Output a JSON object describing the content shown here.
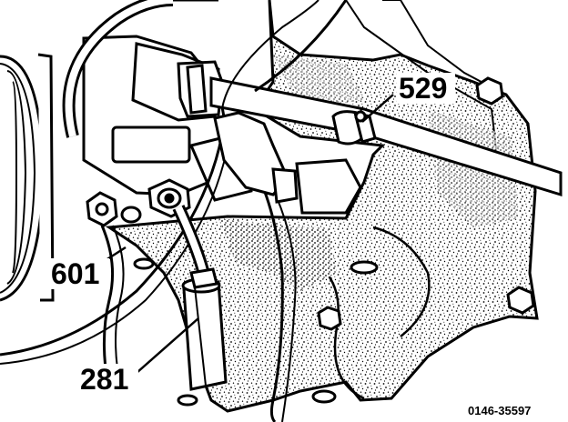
{
  "callouts": [
    {
      "id": "callout-529",
      "label": "529"
    },
    {
      "id": "callout-601",
      "label": "601"
    },
    {
      "id": "callout-281",
      "label": "281"
    }
  ],
  "figure_code": "0146-35597",
  "colors": {
    "ink": "#000000",
    "paper": "#ffffff"
  }
}
